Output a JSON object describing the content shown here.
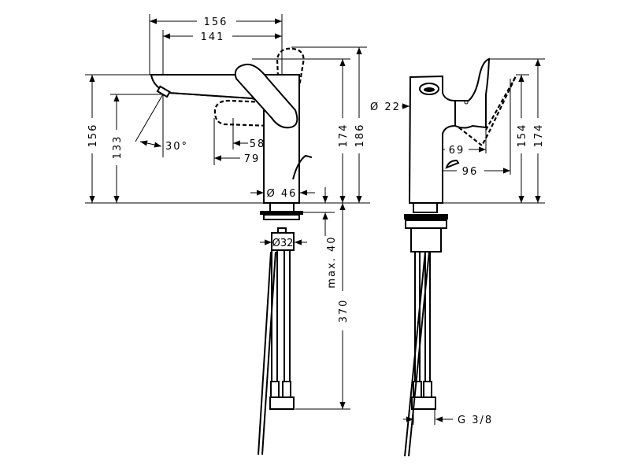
{
  "drawing": {
    "side_view": {
      "spout_length_total": "156",
      "spout_length": "141",
      "height_to_spout_top": "156",
      "height_to_outlet": "133",
      "spout_angle": "30°",
      "handle_clearance_1": "58",
      "handle_clearance_2": "79",
      "height_174": "174",
      "height_186": "186",
      "body_diameter": "Ø 46",
      "waste_diameter": "Ø32",
      "max_thickness": "max. 40",
      "hose_length": "370"
    },
    "front_view": {
      "aerator_diameter": "Ø 22",
      "handle_depth_1": "69",
      "handle_depth_2": "96",
      "height_154": "154",
      "height_174": "174",
      "connection_thread": "G 3/8"
    }
  }
}
